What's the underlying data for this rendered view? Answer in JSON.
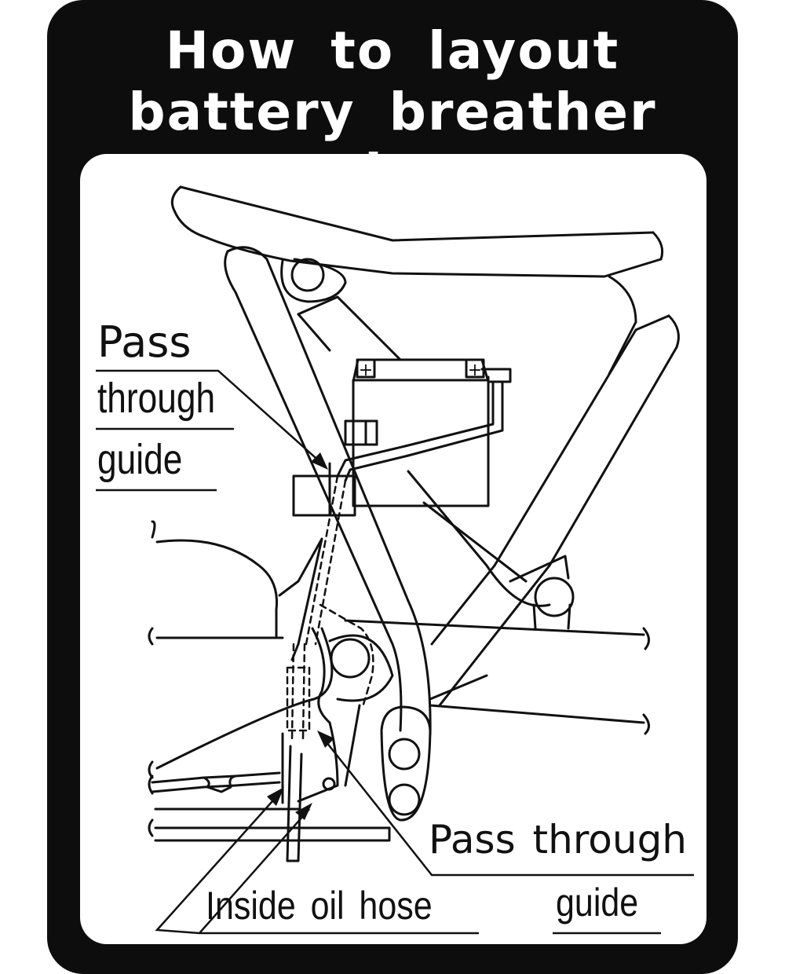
{
  "title": {
    "line1": "How to layout",
    "line2": "battery breather pipe"
  },
  "labels": {
    "pass_through_guide_upper": {
      "line1": "Pass",
      "line2": "through",
      "line3": "guide"
    },
    "pass_through_guide_lower": {
      "line1": "Pass through",
      "line2": "guide"
    },
    "inside_oil_hose": "Inside oil hose"
  },
  "battery": {
    "terminal_left": "+",
    "terminal_right": "+"
  },
  "colors": {
    "background": "#0d0d0d",
    "panel": "#ffffff",
    "ink": "#111111"
  }
}
